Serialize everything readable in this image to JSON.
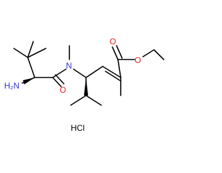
{
  "molecule": {
    "atoms": {
      "amine": "H₂N",
      "amide_oxygen": "O",
      "amide_nitrogen": "N",
      "ester_oxygen_carbonyl": "O",
      "ester_oxygen_ether": "O"
    },
    "salt": "HCl",
    "colors": {
      "bond": "#000000",
      "nitrogen": "#3030d0",
      "oxygen": "#e02020",
      "salt": "#000000"
    }
  }
}
